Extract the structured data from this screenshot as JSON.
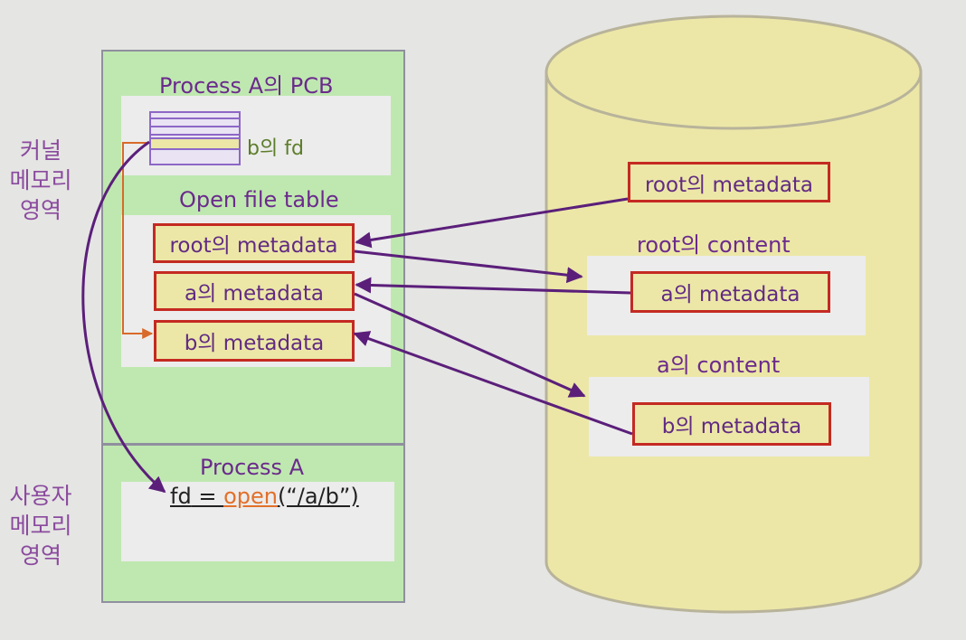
{
  "side_labels": {
    "kernel_memory": [
      "커널",
      "메모리",
      "영역"
    ],
    "user_memory": [
      "사용자",
      "메모리",
      "영역"
    ]
  },
  "process_memory": {
    "pcb_title": "Process A의 PCB",
    "fd_label": "b의 fd",
    "open_file_table_title": "Open file table",
    "open_file_table_entries": [
      "root의 metadata",
      "a의 metadata",
      "b의 metadata"
    ],
    "process_title": "Process A",
    "code": {
      "lhs": "fd",
      "op": " = ",
      "function": "open",
      "args": "(“/a/b”)"
    }
  },
  "disk": {
    "root_metadata": "root의 metadata",
    "root_content_title": "root의 content",
    "root_content_entry": "a의 metadata",
    "a_content_title": "a의 content",
    "a_content_entry": "b의 metadata"
  },
  "colors": {
    "background": "#e5e5e3",
    "memory_fill": "#bfe8b0",
    "disk_fill": "#ece7a7",
    "box_border": "#c42a22",
    "text_purple": "#6b2a8c",
    "arrow_purple": "#5b1f7a",
    "arrow_orange": "#d86a2a"
  }
}
